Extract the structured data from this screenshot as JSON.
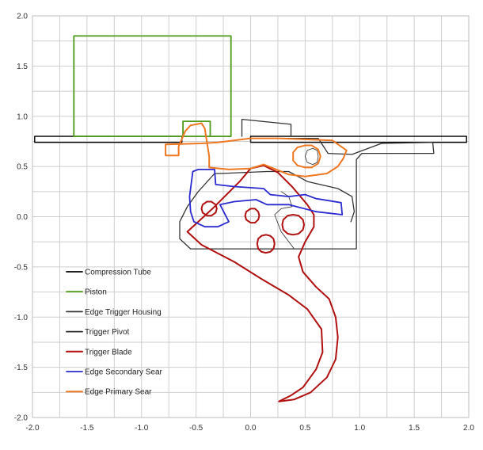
{
  "chart_data": {
    "type": "line",
    "title": "",
    "xlabel": "",
    "ylabel": "",
    "xlim": [
      -2.0,
      2.0
    ],
    "ylim": [
      -2.0,
      2.0
    ],
    "grid": true,
    "legend_position": "bottom-left",
    "x_ticks": [
      "-2.0",
      "-1.5",
      "-1.0",
      "-0.5",
      "0.0",
      "0.5",
      "1.0",
      "1.5",
      "2.0"
    ],
    "y_ticks": [
      "2.0",
      "1.5",
      "1.0",
      "0.5",
      "0.0",
      "-0.5",
      "-1.0",
      "-1.5",
      "-2.0"
    ],
    "series": [
      {
        "name": "Compression  Tube",
        "color": "#000000",
        "width": 1.4,
        "paths": [
          [
            [
              -1.98,
              0.74
            ],
            [
              -0.63,
              0.74
            ],
            [
              -0.63,
              0.8
            ],
            [
              -1.98,
              0.8
            ],
            [
              -1.98,
              0.74
            ]
          ],
          [
            [
              0.0,
              0.74
            ],
            [
              1.98,
              0.74
            ],
            [
              1.98,
              0.8
            ],
            [
              0.0,
              0.8
            ],
            [
              0.0,
              0.74
            ]
          ]
        ]
      },
      {
        "name": "Piston",
        "color": "#4e9a1a",
        "width": 1.8,
        "paths": [
          [
            [
              -1.62,
              0.8
            ],
            [
              -1.62,
              1.8
            ],
            [
              -0.18,
              1.8
            ],
            [
              -0.18,
              0.8
            ],
            [
              -1.62,
              0.8
            ]
          ],
          [
            [
              -0.62,
              0.8
            ],
            [
              -0.62,
              0.95
            ],
            [
              -0.37,
              0.95
            ],
            [
              -0.37,
              0.8
            ]
          ]
        ]
      },
      {
        "name": "Edge Trigger Housing",
        "color": "#333333",
        "width": 1.3,
        "paths": [
          [
            [
              -0.08,
              0.8
            ],
            [
              -0.08,
              0.97
            ],
            [
              0.37,
              0.92
            ],
            [
              0.37,
              0.8
            ]
          ],
          [
            [
              0.0,
              0.74
            ],
            [
              0.0,
              0.78
            ],
            [
              0.62,
              0.78
            ],
            [
              0.71,
              0.63
            ],
            [
              0.93,
              0.62
            ],
            [
              1.2,
              0.73
            ],
            [
              1.67,
              0.74
            ],
            [
              1.68,
              0.63
            ],
            [
              1.02,
              0.63
            ],
            [
              0.97,
              0.57
            ],
            [
              0.97,
              -0.32
            ],
            [
              0.15,
              -0.32
            ],
            [
              -0.55,
              -0.32
            ],
            [
              -0.65,
              -0.22
            ],
            [
              -0.65,
              -0.05
            ],
            [
              -0.58,
              0.1
            ],
            [
              -0.48,
              0.25
            ],
            [
              -0.33,
              0.43
            ],
            [
              -0.28,
              0.43
            ],
            [
              0.15,
              0.45
            ],
            [
              0.35,
              0.45
            ],
            [
              0.52,
              0.35
            ],
            [
              0.8,
              0.28
            ],
            [
              0.93,
              0.2
            ],
            [
              0.95,
              0.05
            ],
            [
              0.92,
              -0.05
            ]
          ]
        ]
      },
      {
        "name": "Trigger Pivot",
        "color": "#2b2b2b",
        "width": 0.8,
        "paths": [
          [
            [
              0.62,
              0.6
            ],
            [
              0.61,
              0.66
            ],
            [
              0.57,
              0.68
            ],
            [
              0.52,
              0.66
            ],
            [
              0.5,
              0.6
            ],
            [
              0.52,
              0.54
            ],
            [
              0.57,
              0.52
            ],
            [
              0.61,
              0.54
            ],
            [
              0.62,
              0.6
            ]
          ],
          [
            [
              0.28,
              0.25
            ],
            [
              0.35,
              0.2
            ],
            [
              0.38,
              0.1
            ],
            [
              0.28,
              0.08
            ],
            [
              0.22,
              0.02
            ],
            [
              0.28,
              -0.15
            ],
            [
              0.4,
              -0.32
            ]
          ]
        ]
      },
      {
        "name": "Trigger Blade",
        "color": "#b01010",
        "width": 2.0,
        "paths": [
          [
            [
              -0.58,
              -0.15
            ],
            [
              -0.35,
              0.08
            ],
            [
              -0.1,
              0.35
            ],
            [
              0.0,
              0.48
            ],
            [
              0.12,
              0.51
            ],
            [
              0.25,
              0.44
            ],
            [
              0.38,
              0.3
            ],
            [
              0.52,
              0.12
            ],
            [
              0.58,
              0.02
            ],
            [
              0.58,
              -0.1
            ],
            [
              0.5,
              -0.25
            ],
            [
              0.44,
              -0.4
            ],
            [
              0.48,
              -0.55
            ],
            [
              0.6,
              -0.7
            ],
            [
              0.72,
              -0.82
            ],
            [
              0.78,
              -1.0
            ],
            [
              0.8,
              -1.2
            ],
            [
              0.78,
              -1.42
            ],
            [
              0.7,
              -1.6
            ],
            [
              0.55,
              -1.75
            ],
            [
              0.4,
              -1.82
            ],
            [
              0.26,
              -1.84
            ],
            [
              0.37,
              -1.78
            ],
            [
              0.48,
              -1.7
            ],
            [
              0.6,
              -1.52
            ],
            [
              0.66,
              -1.35
            ],
            [
              0.65,
              -1.12
            ],
            [
              0.52,
              -0.92
            ],
            [
              0.35,
              -0.78
            ],
            [
              0.1,
              -0.62
            ],
            [
              -0.15,
              -0.45
            ],
            [
              -0.45,
              -0.28
            ],
            [
              -0.58,
              -0.15
            ]
          ],
          [
            [
              -0.31,
              0.08
            ],
            [
              -0.32,
              0.12
            ],
            [
              -0.36,
              0.15
            ],
            [
              -0.4,
              0.15
            ],
            [
              -0.44,
              0.12
            ],
            [
              -0.45,
              0.08
            ],
            [
              -0.44,
              0.04
            ],
            [
              -0.4,
              0.01
            ],
            [
              -0.36,
              0.01
            ],
            [
              -0.32,
              0.04
            ],
            [
              -0.31,
              0.08
            ]
          ],
          [
            [
              0.08,
              0.01
            ],
            [
              0.07,
              0.05
            ],
            [
              0.04,
              0.08
            ],
            [
              0.0,
              0.08
            ],
            [
              -0.04,
              0.05
            ],
            [
              -0.05,
              0.01
            ],
            [
              -0.04,
              -0.03
            ],
            [
              0.0,
              -0.06
            ],
            [
              0.04,
              -0.06
            ],
            [
              0.07,
              -0.03
            ],
            [
              0.08,
              0.01
            ]
          ],
          [
            [
              0.49,
              -0.08
            ],
            [
              0.48,
              -0.03
            ],
            [
              0.44,
              0.01
            ],
            [
              0.39,
              0.02
            ],
            [
              0.34,
              0.01
            ],
            [
              0.3,
              -0.03
            ],
            [
              0.29,
              -0.08
            ],
            [
              0.3,
              -0.13
            ],
            [
              0.34,
              -0.17
            ],
            [
              0.39,
              -0.18
            ],
            [
              0.44,
              -0.17
            ],
            [
              0.48,
              -0.13
            ],
            [
              0.49,
              -0.08
            ]
          ],
          [
            [
              0.22,
              -0.27
            ],
            [
              0.21,
              -0.22
            ],
            [
              0.18,
              -0.19
            ],
            [
              0.14,
              -0.18
            ],
            [
              0.1,
              -0.19
            ],
            [
              0.07,
              -0.22
            ],
            [
              0.06,
              -0.27
            ],
            [
              0.07,
              -0.32
            ],
            [
              0.1,
              -0.35
            ],
            [
              0.14,
              -0.36
            ],
            [
              0.18,
              -0.35
            ],
            [
              0.21,
              -0.32
            ],
            [
              0.22,
              -0.27
            ]
          ]
        ]
      },
      {
        "name": "Edge Secondary Sear",
        "color": "#2a2ad0",
        "width": 1.8,
        "paths": [
          [
            [
              -0.55,
              0.05
            ],
            [
              -0.56,
              0.2
            ],
            [
              -0.53,
              0.45
            ],
            [
              -0.48,
              0.47
            ],
            [
              -0.33,
              0.47
            ],
            [
              -0.32,
              0.32
            ],
            [
              -0.15,
              0.3
            ],
            [
              0.12,
              0.28
            ],
            [
              0.18,
              0.22
            ],
            [
              0.35,
              0.2
            ],
            [
              0.5,
              0.22
            ],
            [
              0.6,
              0.18
            ],
            [
              0.83,
              0.14
            ],
            [
              0.84,
              0.02
            ],
            [
              0.6,
              0.05
            ],
            [
              0.35,
              0.12
            ],
            [
              0.15,
              0.12
            ],
            [
              0.05,
              0.17
            ],
            [
              -0.15,
              0.15
            ],
            [
              -0.28,
              0.12
            ],
            [
              -0.2,
              -0.05
            ],
            [
              -0.3,
              -0.1
            ],
            [
              -0.42,
              -0.1
            ],
            [
              -0.52,
              -0.05
            ],
            [
              -0.55,
              0.05
            ]
          ]
        ]
      },
      {
        "name": "Edge Primary Sear",
        "color": "#ee7722",
        "width": 2.0,
        "paths": [
          [
            [
              -0.78,
              0.72
            ],
            [
              -0.78,
              0.61
            ],
            [
              -0.66,
              0.61
            ],
            [
              -0.66,
              0.7
            ],
            [
              -0.6,
              0.85
            ],
            [
              -0.55,
              0.91
            ],
            [
              -0.45,
              0.93
            ],
            [
              -0.42,
              0.88
            ],
            [
              -0.38,
              0.6
            ],
            [
              -0.38,
              0.49
            ],
            [
              -0.2,
              0.47
            ],
            [
              0.0,
              0.48
            ],
            [
              0.12,
              0.52
            ],
            [
              0.35,
              0.42
            ],
            [
              0.5,
              0.4
            ],
            [
              0.7,
              0.43
            ],
            [
              0.8,
              0.5
            ],
            [
              0.85,
              0.58
            ],
            [
              0.88,
              0.66
            ],
            [
              0.75,
              0.76
            ],
            [
              0.25,
              0.78
            ],
            [
              0.0,
              0.78
            ],
            [
              -0.3,
              0.74
            ],
            [
              -0.45,
              0.73
            ],
            [
              -0.78,
              0.72
            ]
          ],
          [
            [
              0.64,
              0.6
            ],
            [
              0.62,
              0.67
            ],
            [
              0.56,
              0.71
            ],
            [
              0.5,
              0.71
            ],
            [
              0.43,
              0.69
            ],
            [
              0.39,
              0.64
            ],
            [
              0.39,
              0.56
            ],
            [
              0.43,
              0.51
            ],
            [
              0.5,
              0.49
            ],
            [
              0.56,
              0.49
            ],
            [
              0.62,
              0.53
            ],
            [
              0.64,
              0.6
            ]
          ]
        ]
      }
    ]
  }
}
